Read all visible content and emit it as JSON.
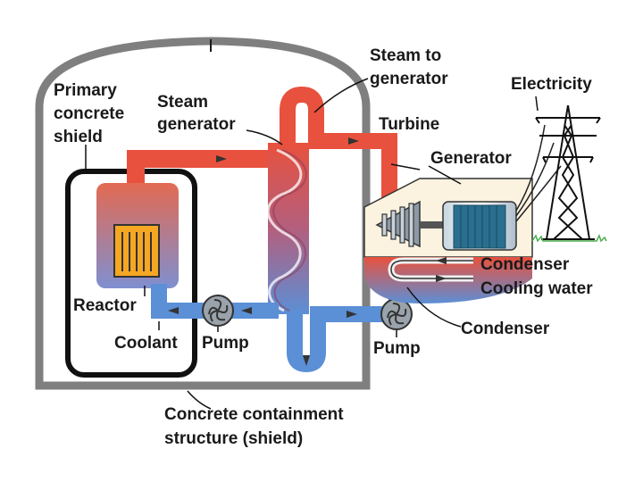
{
  "labels": {
    "primary_shield": [
      "Primary",
      "concrete",
      "shield"
    ],
    "steam_generator": [
      "Steam",
      "generator"
    ],
    "steam_to_generator": [
      "Steam to",
      "generator"
    ],
    "electricity": "Electricity",
    "turbine": "Turbine",
    "generator": "Generator",
    "condenser_cooling": [
      "Condenser",
      "Cooling water"
    ],
    "condenser": "Condenser",
    "reactor": "Reactor",
    "coolant": "Coolant",
    "pump_primary": "Pump",
    "pump_secondary": "Pump",
    "containment": [
      "Concrete containment",
      "structure (shield)"
    ]
  },
  "colors": {
    "hot": "#e8513d",
    "cold": "#5b8fd6",
    "containment": "#7f7f7f",
    "core": "#f5a623",
    "generator": "#2a6f8f"
  }
}
